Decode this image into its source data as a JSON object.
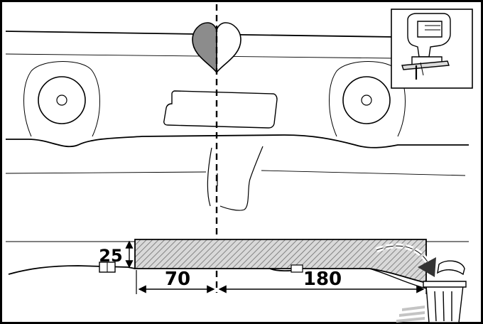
{
  "dimensions": {
    "height_label": "25",
    "left_width_label": "70",
    "right_width_label": "180"
  },
  "icons": {
    "cut_marker": "heart-icon",
    "tool": "jigsaw-icon",
    "disposal": "trash-can-icon"
  },
  "colors": {
    "line": "#000000",
    "background": "#ffffff",
    "heart_left": "#8c8c8c",
    "heart_right": "#ffffff",
    "hatch": "#8c8c8c",
    "disposal_arrow": "#555555",
    "accent_stripes": "#c4c4c4"
  }
}
